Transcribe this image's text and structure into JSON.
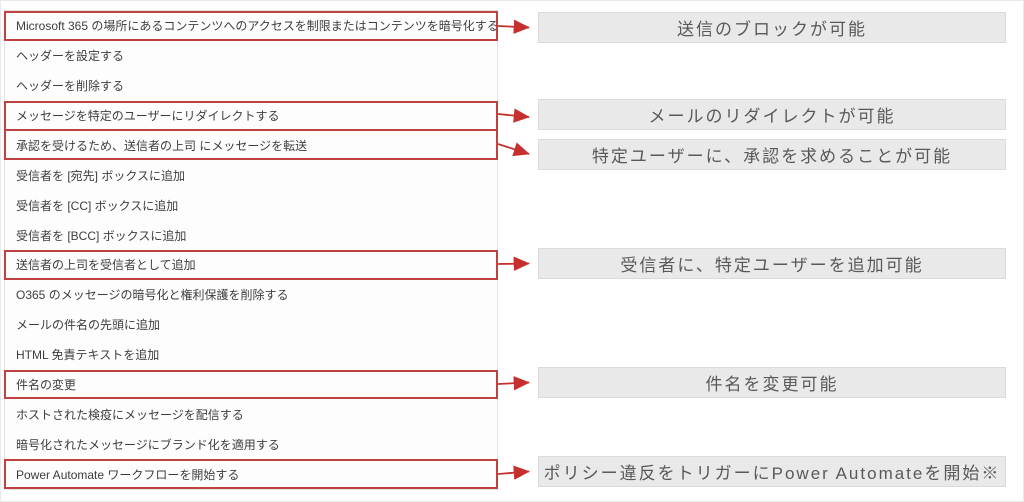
{
  "list": {
    "items": [
      {
        "label": "Microsoft 365 の場所にあるコンテンツへのアクセスを制限またはコンテンツを暗号化する",
        "highlighted": true
      },
      {
        "label": "ヘッダーを設定する",
        "highlighted": false
      },
      {
        "label": "ヘッダーを削除する",
        "highlighted": false
      },
      {
        "label": "メッセージを特定のユーザーにリダイレクトする",
        "highlighted": true
      },
      {
        "label": "承認を受けるため、送信者の上司 にメッセージを転送",
        "highlighted": true
      },
      {
        "label": "受信者を [宛先] ボックスに追加",
        "highlighted": false
      },
      {
        "label": "受信者を [CC] ボックスに追加",
        "highlighted": false
      },
      {
        "label": "受信者を [BCC] ボックスに追加",
        "highlighted": false
      },
      {
        "label": "送信者の上司を受信者として追加",
        "highlighted": true
      },
      {
        "label": "O365 のメッセージの暗号化と権利保護を削除する",
        "highlighted": false
      },
      {
        "label": "メールの件名の先頭に追加",
        "highlighted": false
      },
      {
        "label": "HTML 免責テキストを追加",
        "highlighted": false
      },
      {
        "label": "件名の変更",
        "highlighted": true
      },
      {
        "label": "ホストされた検疫にメッセージを配信する",
        "highlighted": false
      },
      {
        "label": "暗号化されたメッセージにブランド化を適用する",
        "highlighted": false
      },
      {
        "label": "Power Automate ワークフローを開始する",
        "highlighted": true
      }
    ]
  },
  "annotations": [
    {
      "label": "送信のブロックが可能"
    },
    {
      "label": "メールのリダイレクトが可能"
    },
    {
      "label": "特定ユーザーに、承認を求めることが可能"
    },
    {
      "label": "受信者に、特定ユーザーを追加可能"
    },
    {
      "label": "件名を変更可能"
    },
    {
      "label": "ポリシー違反をトリガーにPower Automateを開始※"
    }
  ],
  "colors": {
    "highlight_box_red": "#bf4142",
    "arrow_red": "#c5302e",
    "callout_background": "#e9e9e9",
    "callout_border": "#dadada",
    "callout_text": "#595959",
    "list_text": "#3d3d3d",
    "panel_border": "#e4e4e6"
  }
}
